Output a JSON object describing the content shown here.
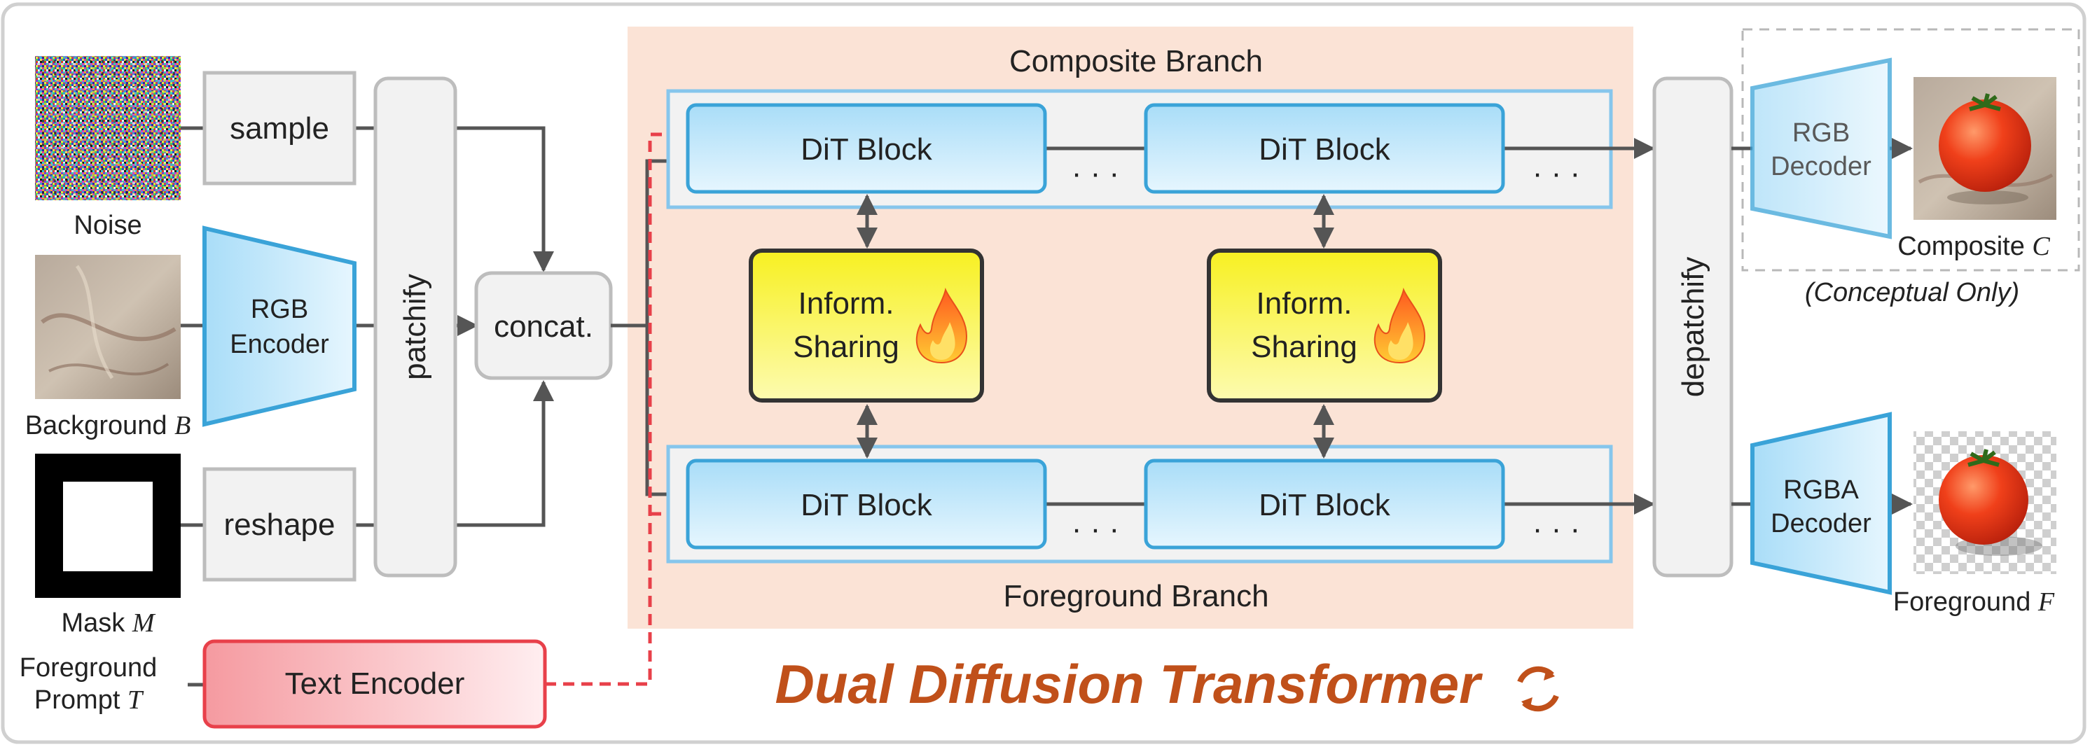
{
  "inputs": {
    "noise_label": "Noise",
    "background_label": "Background",
    "background_var": "B",
    "mask_label": "Mask",
    "mask_var": "M",
    "prompt_label_1": "Foreground",
    "prompt_label_2": "Prompt",
    "prompt_var": "T"
  },
  "blocks": {
    "sample": "sample",
    "reshape": "reshape",
    "rgb_encoder_1": "RGB",
    "rgb_encoder_2": "Encoder",
    "patchify": "patchify",
    "concat": "concat.",
    "text_encoder": "Text Encoder",
    "depatchify": "depatchify"
  },
  "transformer": {
    "composite_branch": "Composite Branch",
    "foreground_branch": "Foreground Branch",
    "dit_block": "DiT Block",
    "ellipsis": "· · ·",
    "inform_sharing_1": "Inform.",
    "inform_sharing_2": "Sharing",
    "title": "Dual Diffusion Transformer",
    "fire_icon": "fire-icon",
    "cycle_icon": "cycle-arrows-icon"
  },
  "outputs": {
    "rgb_decoder_1": "RGB",
    "rgb_decoder_2": "Decoder",
    "rgba_decoder_1": "RGBA",
    "rgba_decoder_2": "Decoder",
    "composite_label": "Composite",
    "composite_var": "C",
    "conceptual": "(Conceptual Only)",
    "foreground_label": "Foreground",
    "foreground_var": "F"
  },
  "colors": {
    "title": "#c0501a",
    "transformer_bg": "#fbe3d6",
    "dit_fill": "#bfe6fa",
    "dit_stroke": "#3aa3d8",
    "sharing_fill": "#fbf53a",
    "text_encoder_stroke": "#e8404a",
    "dashed_arrow": "#e8404a"
  }
}
